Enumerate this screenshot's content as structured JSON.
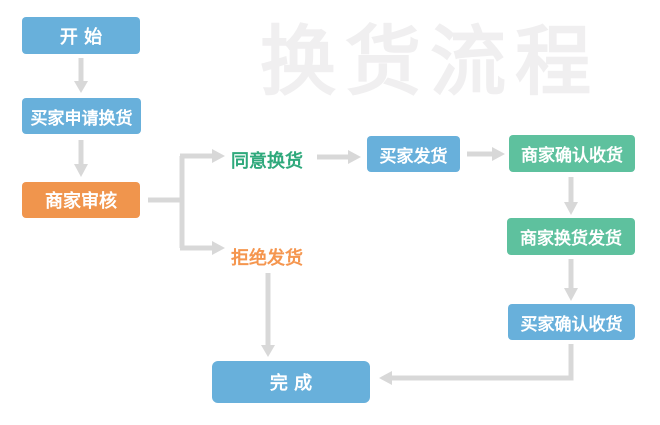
{
  "watermark_title": "换货流程",
  "colors": {
    "blue": "#68b0db",
    "orange": "#f0954d",
    "green": "#5ec19e",
    "green_text": "#2fa97c",
    "orange_text": "#f5964f",
    "line": "#d8d8d8",
    "watermark": "#f0eff0"
  },
  "nodes": {
    "start": "开 始",
    "buyer_apply": "买家申请换货",
    "merchant_review": "商家审核",
    "buyer_ship": "买家发货",
    "merchant_confirm_receipt": "商家确认收货",
    "merchant_exchange_ship": "商家换货发货",
    "buyer_confirm_receipt": "买家确认收货",
    "done": "完 成"
  },
  "branch_labels": {
    "agree": "同意换货",
    "reject": "拒绝发货"
  }
}
